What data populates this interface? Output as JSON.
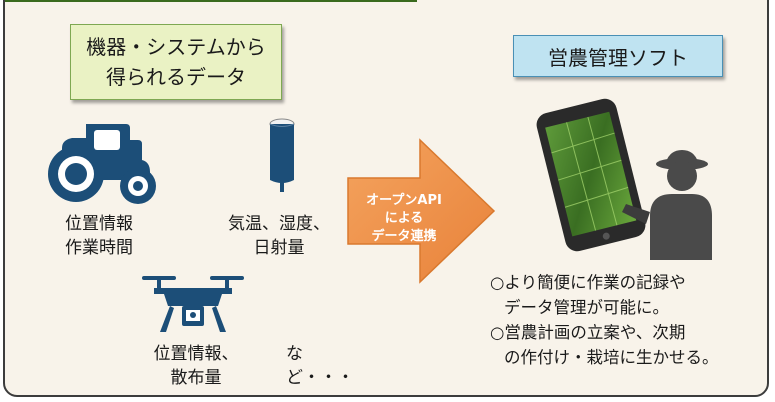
{
  "source_title": [
    "機器・システムから",
    "得られるデータ"
  ],
  "software_title": "営農管理ソフト",
  "tractor_label": [
    "位置情報",
    "作業時間"
  ],
  "sensor_label": [
    "気温、湿度、",
    "日射量"
  ],
  "drone_label": [
    "位置情報、",
    "散布量"
  ],
  "etc_label": "など・・・",
  "arrow_label": [
    "オープンAPI",
    "による",
    "データ連携"
  ],
  "results": [
    "○より簡便に作業の記録や",
    "データ管理が可能に。",
    "○営農計画の立案や、次期",
    "の作付け・栽培に生かせる。"
  ],
  "colors": {
    "header": "#5f9a3a",
    "source_box": "#eaf2c4",
    "software_box": "#bfe3f1",
    "arrow": "#f0924a",
    "icon_dark": "#1c4e78",
    "person": "#4a4a4a"
  },
  "icons": [
    "tractor-icon",
    "sensor-icon",
    "drone-icon",
    "tablet-icon",
    "person-icon"
  ]
}
